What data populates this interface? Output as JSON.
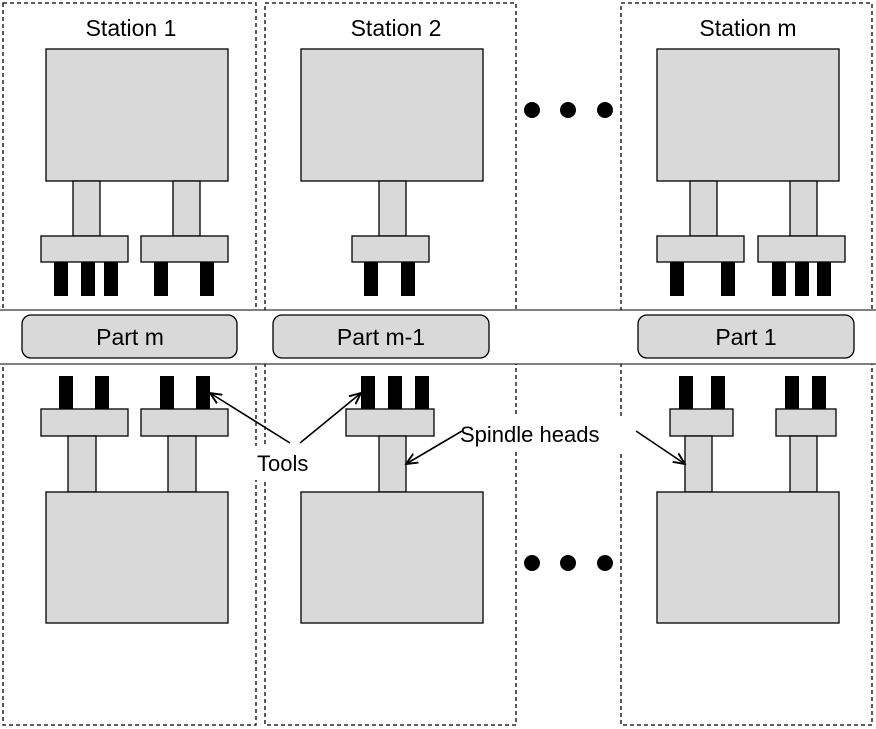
{
  "stations": [
    {
      "title": "Station 1"
    },
    {
      "title": "Station 2"
    },
    {
      "title": "Station m"
    }
  ],
  "parts": [
    {
      "label": "Part m"
    },
    {
      "label": "Part m-1"
    },
    {
      "label": "Part 1"
    }
  ],
  "callouts": {
    "tools": "Tools",
    "spindle_heads": "Spindle heads"
  }
}
